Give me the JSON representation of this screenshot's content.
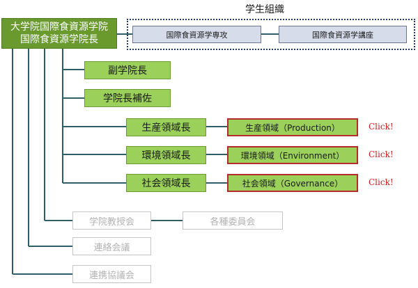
{
  "root": {
    "line1": "大学院国際食資源学院",
    "line2": "国際食資源学院長"
  },
  "student_org": {
    "label": "学生組織",
    "items": [
      "国際食資源学専攻",
      "国際食資源学講座"
    ]
  },
  "roles": [
    "副学院長",
    "学院長補佐"
  ],
  "domains": [
    {
      "head": "生産領域長",
      "name": "生産領域（Production）",
      "link": "Click!"
    },
    {
      "head": "環境領域長",
      "name": "環境領域（Environment）",
      "link": "Click!"
    },
    {
      "head": "社会領域長",
      "name": "社会領域（Governance）",
      "link": "Click!"
    }
  ],
  "councils": {
    "faculty": "学院教授会",
    "committees": "各種委員会",
    "liaison": "連絡会議",
    "cooperation": "連携協議会"
  },
  "colors": {
    "root": "#6a9a2e",
    "green": "#9bd15a",
    "blue": "#d6dcea",
    "red_border": "#b52a2a",
    "gray_text": "#b2b2b2",
    "connector": "#2e5f68"
  }
}
